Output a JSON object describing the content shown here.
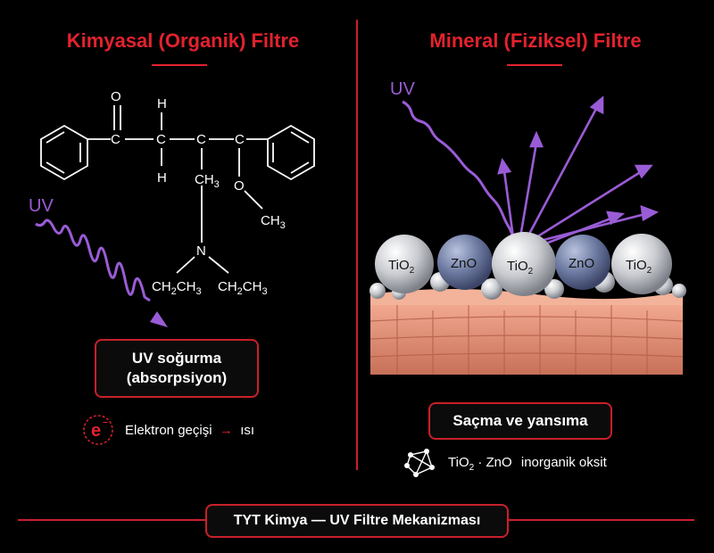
{
  "left": {
    "title": "Kimyasal (Organik) Filtre",
    "uv_label": "UV",
    "box_line1": "UV soğurma",
    "box_line2": "(absorpsiyon)",
    "electron_symbol": "e",
    "electron_text": "Elektron geçişi",
    "heat_text": "ısı",
    "molecule": {
      "o_top": "O",
      "h_top": "H",
      "h_bottom": "H",
      "c1": "C",
      "c2": "C",
      "c3": "C",
      "c4": "C",
      "ch3_a": "CH",
      "ch3_a_sub": "3",
      "o_ether": "O",
      "ch3_b": "CH",
      "ch3_b_sub": "3",
      "n": "N",
      "ethyl_a": "CH",
      "ethyl_a_sub1": "2",
      "ethyl_a_mid": "CH",
      "ethyl_a_sub2": "3",
      "ethyl_b": "CH",
      "ethyl_b_sub1": "2",
      "ethyl_b_mid": "CH",
      "ethyl_b_sub2": "3"
    }
  },
  "right": {
    "title": "Mineral (Fiziksel) Filtre",
    "uv_label": "UV",
    "particles": [
      {
        "main": "TiO",
        "sub": "2"
      },
      {
        "main": "ZnO",
        "sub": ""
      },
      {
        "main": "TiO",
        "sub": "2"
      },
      {
        "main": "ZnO",
        "sub": ""
      },
      {
        "main": "TiO",
        "sub": "2"
      }
    ],
    "box_label": "Saçma ve yansıma",
    "oxide_part1": "TiO",
    "oxide_sub": "2",
    "oxide_part2": "· ZnO",
    "oxide_part3": "inorganik oksit"
  },
  "footer": "TYT Kimya — UV Filtre Mekanizması",
  "colors": {
    "accent_red": "#e3222e",
    "uv_purple": "#9a5cd6",
    "skin": "#e89a80"
  }
}
